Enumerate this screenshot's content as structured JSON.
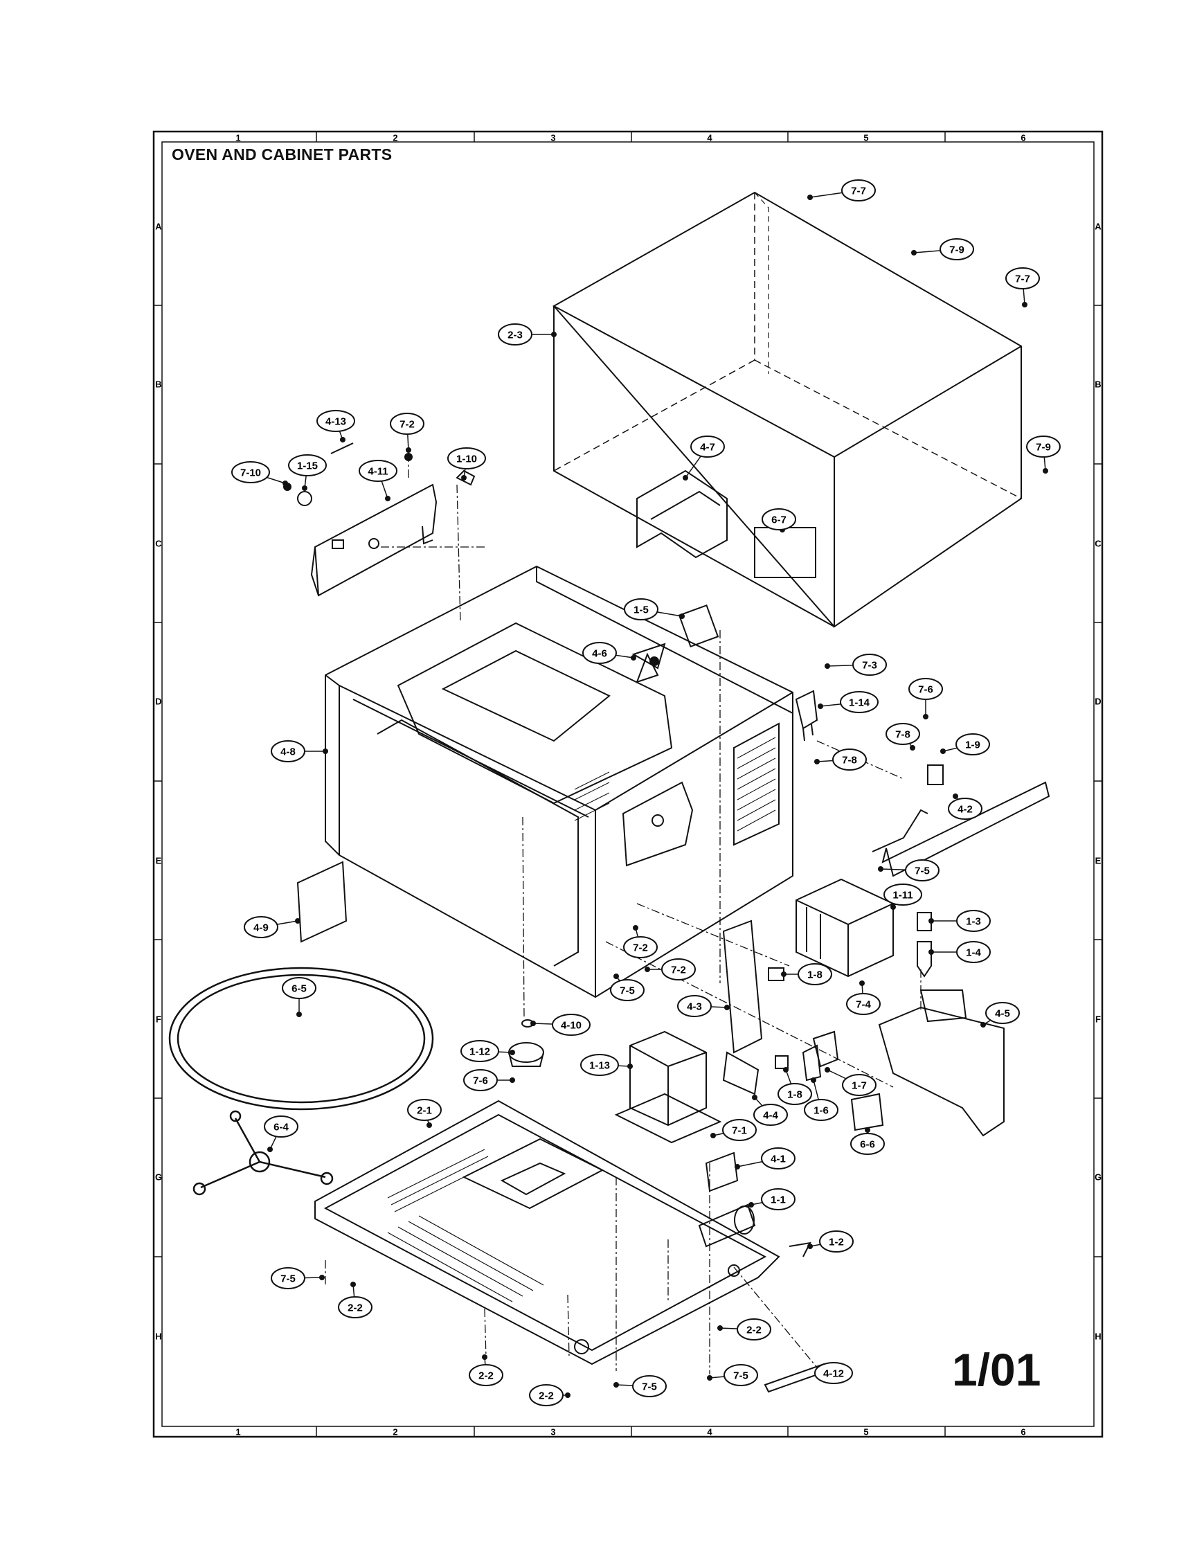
{
  "title": "OVEN AND CABINET PARTS",
  "page_number": "1/01",
  "grid": {
    "columns": [
      "1",
      "2",
      "3",
      "4",
      "5",
      "6"
    ],
    "rows": [
      "A",
      "B",
      "C",
      "D",
      "E",
      "F",
      "G",
      "H"
    ]
  },
  "callouts": [
    {
      "id": "c-7-7a",
      "label": "7-7"
    },
    {
      "id": "c-7-9a",
      "label": "7-9"
    },
    {
      "id": "c-7-7b",
      "label": "7-7"
    },
    {
      "id": "c-2-3",
      "label": "2-3"
    },
    {
      "id": "c-4-13",
      "label": "4-13"
    },
    {
      "id": "c-7-2a",
      "label": "7-2"
    },
    {
      "id": "c-7-10",
      "label": "7-10"
    },
    {
      "id": "c-1-15",
      "label": "1-15"
    },
    {
      "id": "c-4-11",
      "label": "4-11"
    },
    {
      "id": "c-1-10",
      "label": "1-10"
    },
    {
      "id": "c-4-7",
      "label": "4-7"
    },
    {
      "id": "c-7-9b",
      "label": "7-9"
    },
    {
      "id": "c-6-7",
      "label": "6-7"
    },
    {
      "id": "c-1-5",
      "label": "1-5"
    },
    {
      "id": "c-4-6",
      "label": "4-6"
    },
    {
      "id": "c-7-3",
      "label": "7-3"
    },
    {
      "id": "c-1-14",
      "label": "1-14"
    },
    {
      "id": "c-7-6a",
      "label": "7-6"
    },
    {
      "id": "c-7-8a",
      "label": "7-8"
    },
    {
      "id": "c-1-9",
      "label": "1-9"
    },
    {
      "id": "c-4-8",
      "label": "4-8"
    },
    {
      "id": "c-7-8b",
      "label": "7-8"
    },
    {
      "id": "c-4-2",
      "label": "4-2"
    },
    {
      "id": "c-7-5a",
      "label": "7-5"
    },
    {
      "id": "c-1-11",
      "label": "1-11"
    },
    {
      "id": "c-1-3",
      "label": "1-3"
    },
    {
      "id": "c-4-9",
      "label": "4-9"
    },
    {
      "id": "c-7-2b",
      "label": "7-2"
    },
    {
      "id": "c-1-4",
      "label": "1-4"
    },
    {
      "id": "c-7-2c",
      "label": "7-2"
    },
    {
      "id": "c-1-8a",
      "label": "1-8"
    },
    {
      "id": "c-7-5b",
      "label": "7-5"
    },
    {
      "id": "c-7-4",
      "label": "7-4"
    },
    {
      "id": "c-6-5",
      "label": "6-5"
    },
    {
      "id": "c-4-3",
      "label": "4-3"
    },
    {
      "id": "c-4-5",
      "label": "4-5"
    },
    {
      "id": "c-4-10",
      "label": "4-10"
    },
    {
      "id": "c-1-12",
      "label": "1-12"
    },
    {
      "id": "c-1-13",
      "label": "1-13"
    },
    {
      "id": "c-1-7",
      "label": "1-7"
    },
    {
      "id": "c-7-6b",
      "label": "7-6"
    },
    {
      "id": "c-1-8b",
      "label": "1-8"
    },
    {
      "id": "c-1-6",
      "label": "1-6"
    },
    {
      "id": "c-4-4",
      "label": "4-4"
    },
    {
      "id": "c-2-1",
      "label": "2-1"
    },
    {
      "id": "c-6-6",
      "label": "6-6"
    },
    {
      "id": "c-6-4",
      "label": "6-4"
    },
    {
      "id": "c-7-1",
      "label": "7-1"
    },
    {
      "id": "c-4-1",
      "label": "4-1"
    },
    {
      "id": "c-1-1",
      "label": "1-1"
    },
    {
      "id": "c-1-2",
      "label": "1-2"
    },
    {
      "id": "c-7-5c",
      "label": "7-5"
    },
    {
      "id": "c-2-2a",
      "label": "2-2"
    },
    {
      "id": "c-2-2b",
      "label": "2-2"
    },
    {
      "id": "c-2-2c",
      "label": "2-2"
    },
    {
      "id": "c-2-2d",
      "label": "2-2"
    },
    {
      "id": "c-7-5d",
      "label": "7-5"
    },
    {
      "id": "c-7-5e",
      "label": "7-5"
    },
    {
      "id": "c-4-12",
      "label": "4-12"
    }
  ]
}
